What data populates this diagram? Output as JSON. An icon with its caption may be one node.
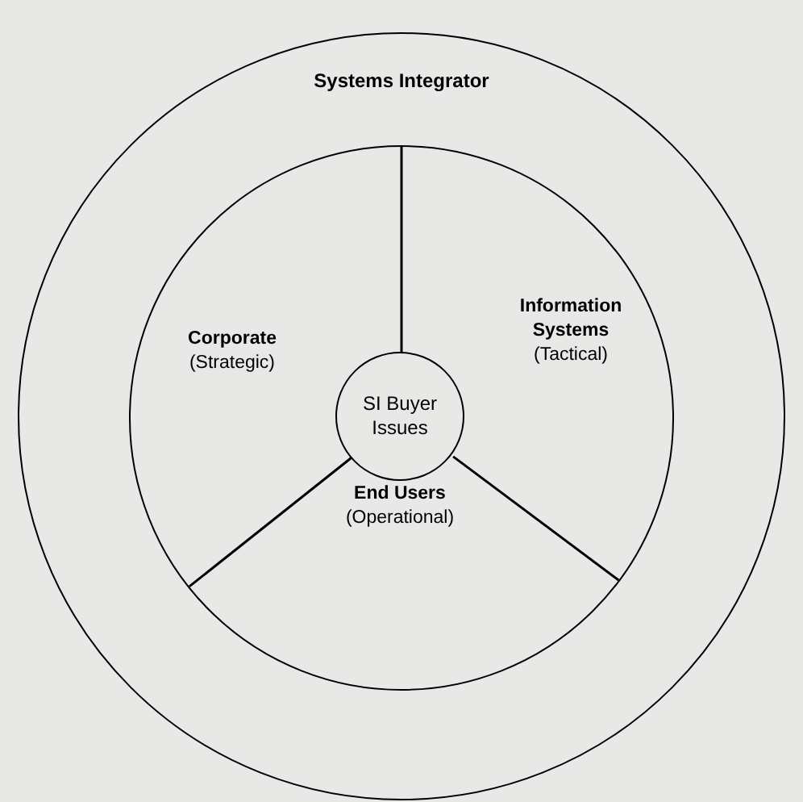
{
  "diagram": {
    "nodes": [
      {
        "text": [
          "Systems Integrator"
        ]
      },
      {
        "text": [],
        "shape": "circle",
        "in": 0
      },
      {
        "text": [
          "Corporate",
          "(Strategic)"
        ],
        "in": 1
      },
      {
        "text": [
          "Information Systems",
          "(Tactical)"
        ],
        "in": 1
      },
      {
        "text": [
          "End Users",
          "(Operational)"
        ],
        "in": 1
      },
      {
        "text": [
          "SI Buyer Issues"
        ],
        "in": 1
      }
    ]
  }
}
